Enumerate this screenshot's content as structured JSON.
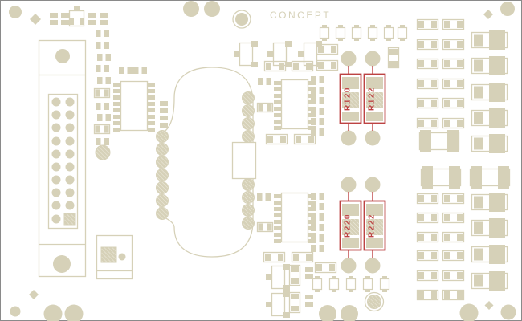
{
  "watermark": "CONCEPT",
  "colors": {
    "background": "#ffffff",
    "silk": "#d6d1b8",
    "hl": "#bd4343",
    "border": "#8a8a8a",
    "hatchline": "#edeadd"
  },
  "highlights": [
    {
      "ref": "R120"
    },
    {
      "ref": "R122"
    },
    {
      "ref": "R220"
    },
    {
      "ref": "R222"
    }
  ]
}
